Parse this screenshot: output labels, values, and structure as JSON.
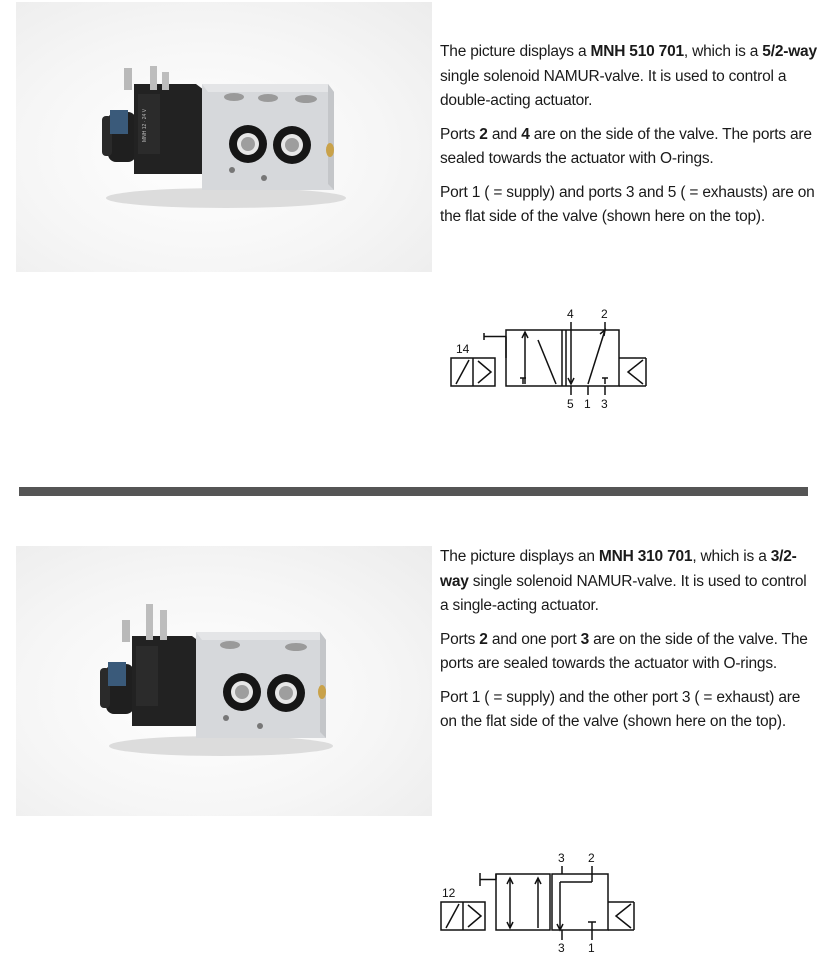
{
  "section1": {
    "photo_alt": "",
    "para1": {
      "t1": "The picture displays a ",
      "model": "MNH 510 701",
      "t2": ",  which is a ",
      "way": "5/2-way",
      "t3": "  single solenoid NAMUR-valve.  It is used to control a double-acting actuator."
    },
    "para2": {
      "t1": "Ports ",
      "p_a": "2",
      "t2": " and ",
      "p_b": "4",
      "t3": " are on the side of the valve. The ports are sealed towards the actuator with O-rings."
    },
    "para3": "Port 1 ( = supply) and ports 3 and 5 ( =  exhausts) are on the flat side of the valve (shown here on the top).",
    "schematic": {
      "left_label": "14",
      "top_labels": [
        "4",
        "2"
      ],
      "bottom_labels": [
        "5",
        "1",
        "3"
      ]
    }
  },
  "section2": {
    "para1": {
      "t1": "The picture displays an  ",
      "model": "MNH 310 701",
      "t2": ",  which is a ",
      "way": "3/2-way",
      "t3": "  single solenoid NAMUR-valve. It is used to control a single-acting actuator."
    },
    "para2": {
      "t1": "Ports ",
      "p_a": "2",
      "t2": " and  one port  ",
      "p_b": "3",
      "t3": " are on the side of the valve. The ports are sealed towards the actuator with O-rings."
    },
    "para3": "Port  1 ( = supply) and the other port 3 ( =  exhaust) are on the flat side of the valve (shown here on the top).",
    "schematic": {
      "left_label": "12",
      "top_labels": [
        "3",
        "2"
      ],
      "bottom_labels": [
        "3",
        "1"
      ]
    }
  },
  "colors": {
    "divider": "#555555",
    "valve_body": "#d9dbde",
    "coil": "#1c1c1c",
    "brass": "#c9a24a"
  }
}
